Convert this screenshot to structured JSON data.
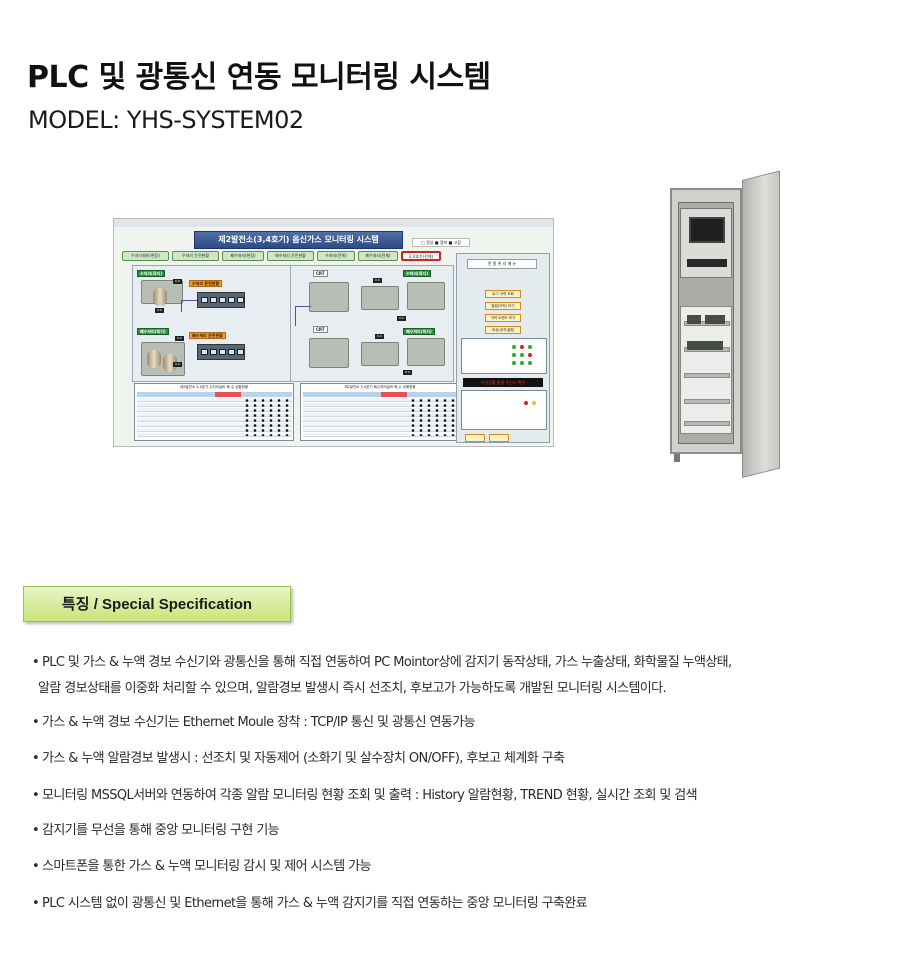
{
  "header": {
    "title": "PLC 및 광통신 연동 모니터링 시스템",
    "model": "MODEL: YHS-SYSTEM02"
  },
  "screenshot": {
    "banner": "제2발전소(3,4호기) 옵신가스 모니터링 시스템",
    "legend": "□ 정상 ■ 경보 ■ 고장",
    "tabs": [
      "수처리설비(현장)",
      "수처리 운전현황",
      "폐수처리(현장)",
      "폐수처리 운전현황",
      "수처리(전체)",
      "폐수처리(전체)",
      "3,4호기(전체)"
    ],
    "panel_tags": [
      "수처리(육지)",
      "수처리 운전현황",
      "수처리(육지)",
      "폐수처리(육지)",
      "폐수처리 운전현황",
      "폐수처리(육지)"
    ],
    "table_captions": [
      "제2발전소 3,4호기 수처리설비 육,수 상황현황",
      "제2발전소 3,4호기 폐수처리설비 육,수 상황현황"
    ],
    "side_title": "전 원 관 리 메 뉴",
    "side_buttons": [
      "로그 이력 조회",
      "알람(이력) 보기",
      "이력 트렌드 보기",
      "비상(공지)알림"
    ],
    "led_text": "이상상황 발생 수신시 확인"
  },
  "colors": {
    "spec_badge_top": "#e9f5c6",
    "spec_badge_bottom": "#c9e47a",
    "banner": "#2d4b85"
  },
  "spec": {
    "badge": "특징  / Special Specification",
    "items": [
      "PLC 및 가스 & 누액 경보 수신기와 광통신을 통해 직접 연동하여 PC Mointor상에 감지기 동작상태, 가스 누출상태, 화학물질 누액상태,",
      "알람 경보상태를 이중화 처리할 수 있으며, 알람경보 발생시 즉시 선조치, 후보고가 가능하도록 개발된  모니터링 시스템이다.",
      "가스 & 누액 경보 수신기는 Ethernet Moule 장착 : TCP/IP 통신 및 광통신 연동가능",
      "가스 & 누액 알람경보 발생시 : 선조치 및 자동제어 (소화기 및 살수장치 ON/OFF), 후보고 체계화 구축",
      "모니터링 MSSQL서버와 연동하여 각종 알람 모니터링 현황 조회 및 출력 : History 알람현황, TREND 현황, 실시간 조회 및 검색",
      "감지기를 무선을 통해 중앙 모니터링 구현 기능",
      "스마트폰을 통한 가스 & 누액 모니터링 감시 및 제어 시스템 가능",
      "PLC 시스템 없이 광통신 및  Ethernet을 통해 가스 & 누액 감지기를 직접 연동하는 중앙 모니터링 구축완료"
    ]
  }
}
